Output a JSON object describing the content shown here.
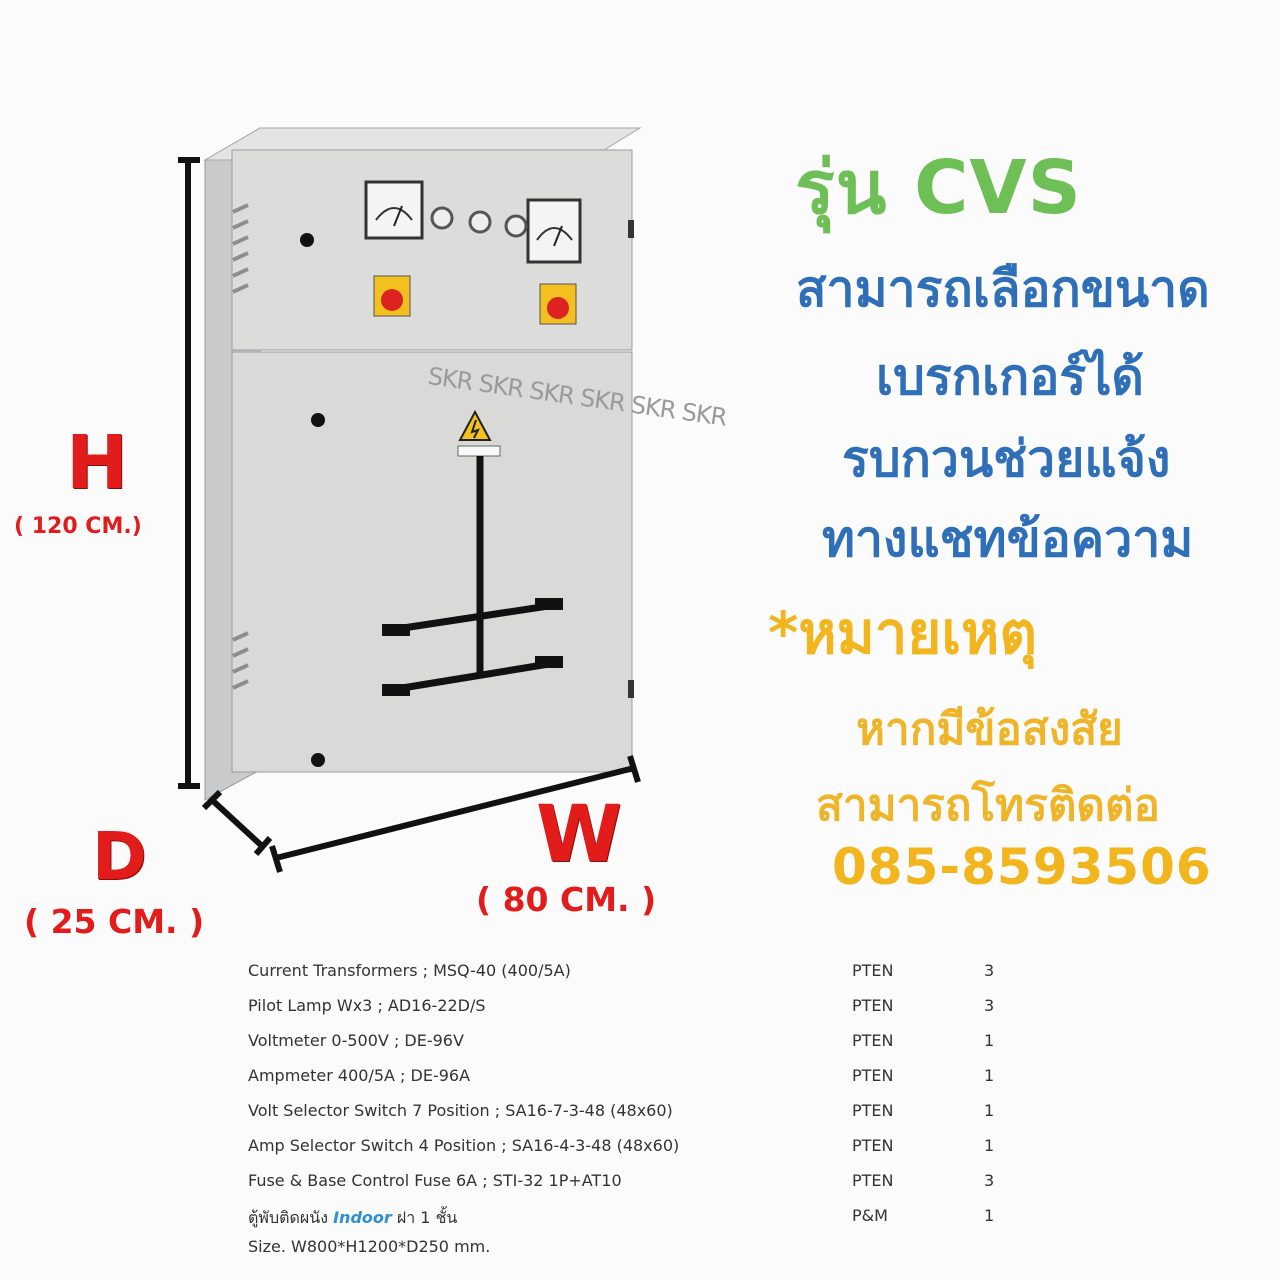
{
  "product": {
    "watermark": "SKR SKR SKR SKR SKR SKR"
  },
  "dimensions": {
    "height_letter": "H",
    "height_value": "( 120 CM.)",
    "depth_letter": "D",
    "depth_value": "( 25 CM. )",
    "width_letter": "W",
    "width_value": "( 80 CM. )"
  },
  "promo": {
    "model": "รุ่น CVS",
    "lines": [
      "สามารถเลือกขนาด",
      "เบรกเกอร์ได้",
      "รบกวนช่วยแจ้ง",
      "ทางแชทข้อความ"
    ],
    "note_heading": "*หมายเหตุ",
    "note_lines": [
      "หากมีข้อสงสัย",
      "สามารถโทรติดต่อ"
    ],
    "phone": "085-8593506"
  },
  "specs": {
    "rows": [
      {
        "desc": "Current Transformers ; MSQ-40 (400/5A)",
        "brand": "PTEN",
        "qty": "3"
      },
      {
        "desc": "Pilot Lamp Wx3 ; AD16-22D/S",
        "brand": "PTEN",
        "qty": "3"
      },
      {
        "desc": "Voltmeter 0-500V ; DE-96V",
        "brand": "PTEN",
        "qty": "1"
      },
      {
        "desc": "Ampmeter 400/5A ; DE-96A",
        "brand": "PTEN",
        "qty": "1"
      },
      {
        "desc": "Volt Selector Switch 7 Position ; SA16-7-3-48 (48x60)",
        "brand": "PTEN",
        "qty": "1"
      },
      {
        "desc": "Amp Selector Switch 4 Position ; SA16-4-3-48 (48x60)",
        "brand": "PTEN",
        "qty": "1"
      },
      {
        "desc": "Fuse & Base Control Fuse 6A ; STI-32 1P+AT10",
        "brand": "PTEN",
        "qty": "3"
      }
    ],
    "cabinet_row": {
      "desc_prefix": "ตู้พับติดผนัง",
      "desc_highlight": "Indoor",
      "desc_suffix": "ฝา 1 ชั้น",
      "brand": "P&M",
      "qty": "1"
    },
    "size": "Size. W800*H1200*D250 mm."
  }
}
